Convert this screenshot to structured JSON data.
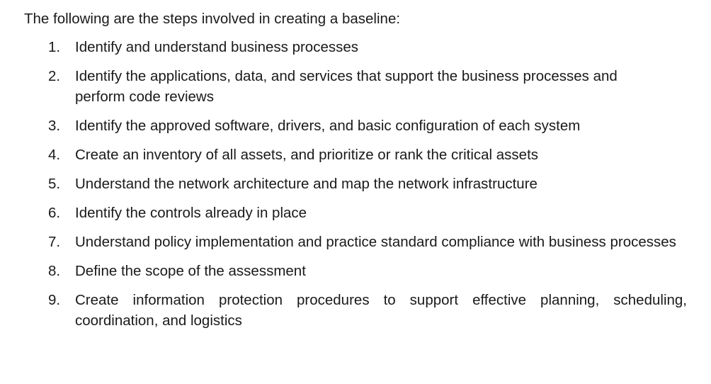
{
  "document": {
    "intro": "The following are the steps involved in creating a baseline:",
    "steps": [
      {
        "number": "1.",
        "text": "Identify and understand business processes"
      },
      {
        "number": "2.",
        "text": "Identify the applications, data, and services that support the business processes and perform code reviews"
      },
      {
        "number": "3.",
        "text": "Identify the approved software, drivers, and basic configuration of each system"
      },
      {
        "number": "4.",
        "text": "Create an inventory of all assets, and prioritize or rank the critical assets"
      },
      {
        "number": "5.",
        "text": "Understand the network architecture and map the network infrastructure"
      },
      {
        "number": "6.",
        "text": "Identify the controls already in place"
      },
      {
        "number": "7.",
        "text": "Understand policy implementation and practice standard compliance with business processes"
      },
      {
        "number": "8.",
        "text": "Define the scope of the assessment"
      },
      {
        "number": "9.",
        "text": "Create information protection procedures to support effective planning, scheduling, coordination, and logistics"
      }
    ]
  }
}
